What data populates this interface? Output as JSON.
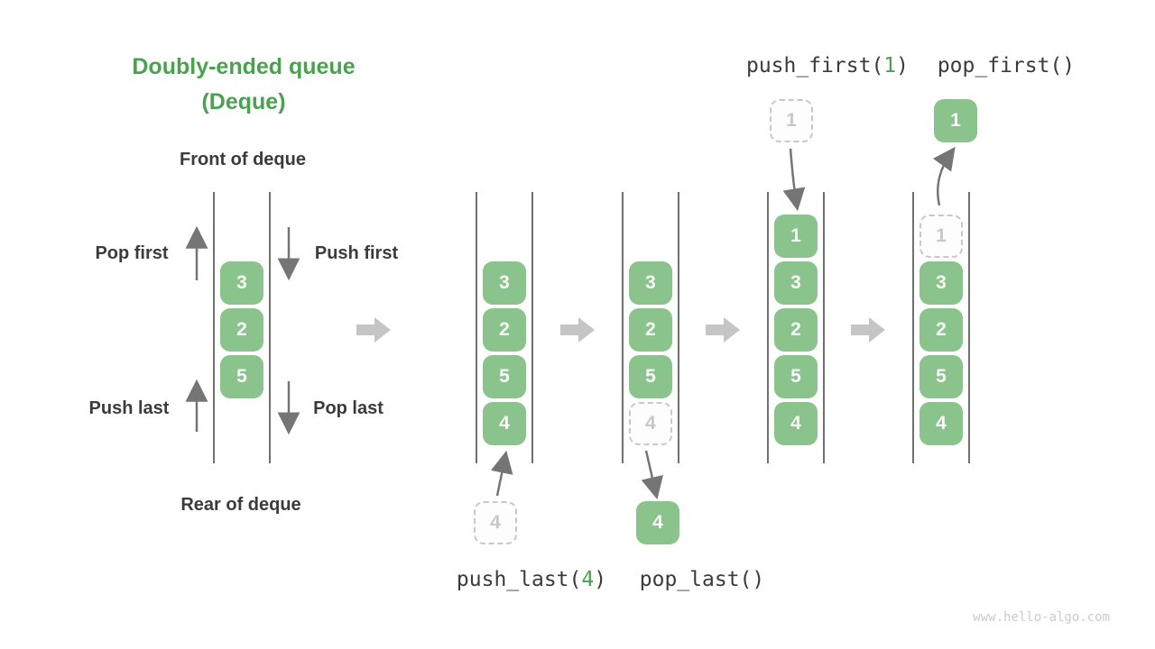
{
  "title": {
    "line1": "Doubly-ended queue",
    "line2": "(Deque)"
  },
  "labels": {
    "front": "Front of deque",
    "rear": "Rear of deque",
    "pop_first": "Pop first",
    "push_first": "Push first",
    "push_last": "Push last",
    "pop_last": "Pop last"
  },
  "operations": {
    "push_last": {
      "pre": "push_last(",
      "arg": "4",
      "post": ")"
    },
    "pop_last": "pop_last()",
    "push_first": {
      "pre": "push_first(",
      "arg": "1",
      "post": ")"
    },
    "pop_first": "pop_first()"
  },
  "stages": [
    {
      "name": "initial-deque",
      "cells": [
        "3",
        "2",
        "5"
      ]
    },
    {
      "name": "after-push-last",
      "cells": [
        "3",
        "2",
        "5",
        "4"
      ],
      "incoming": "4"
    },
    {
      "name": "after-pop-last",
      "cells": [
        "3",
        "2",
        "5"
      ],
      "ghost": "4",
      "outgoing": "4"
    },
    {
      "name": "after-push-first",
      "cells": [
        "1",
        "3",
        "2",
        "5",
        "4"
      ],
      "incoming": "1"
    },
    {
      "name": "after-pop-first",
      "cells": [
        "3",
        "2",
        "5",
        "4"
      ],
      "ghost": "1",
      "outgoing": "1"
    }
  ],
  "watermark": "www.hello-algo.com",
  "colors": {
    "title_green": "#4AA24F",
    "cell_green": "#8AC48C",
    "arg_green": "#4AA24F",
    "dark_text": "#3B3B3B",
    "ghost_gray": "#C8C8C8",
    "arrow_gray": "#757575",
    "block_arrow_gray": "#C5C5C5"
  }
}
